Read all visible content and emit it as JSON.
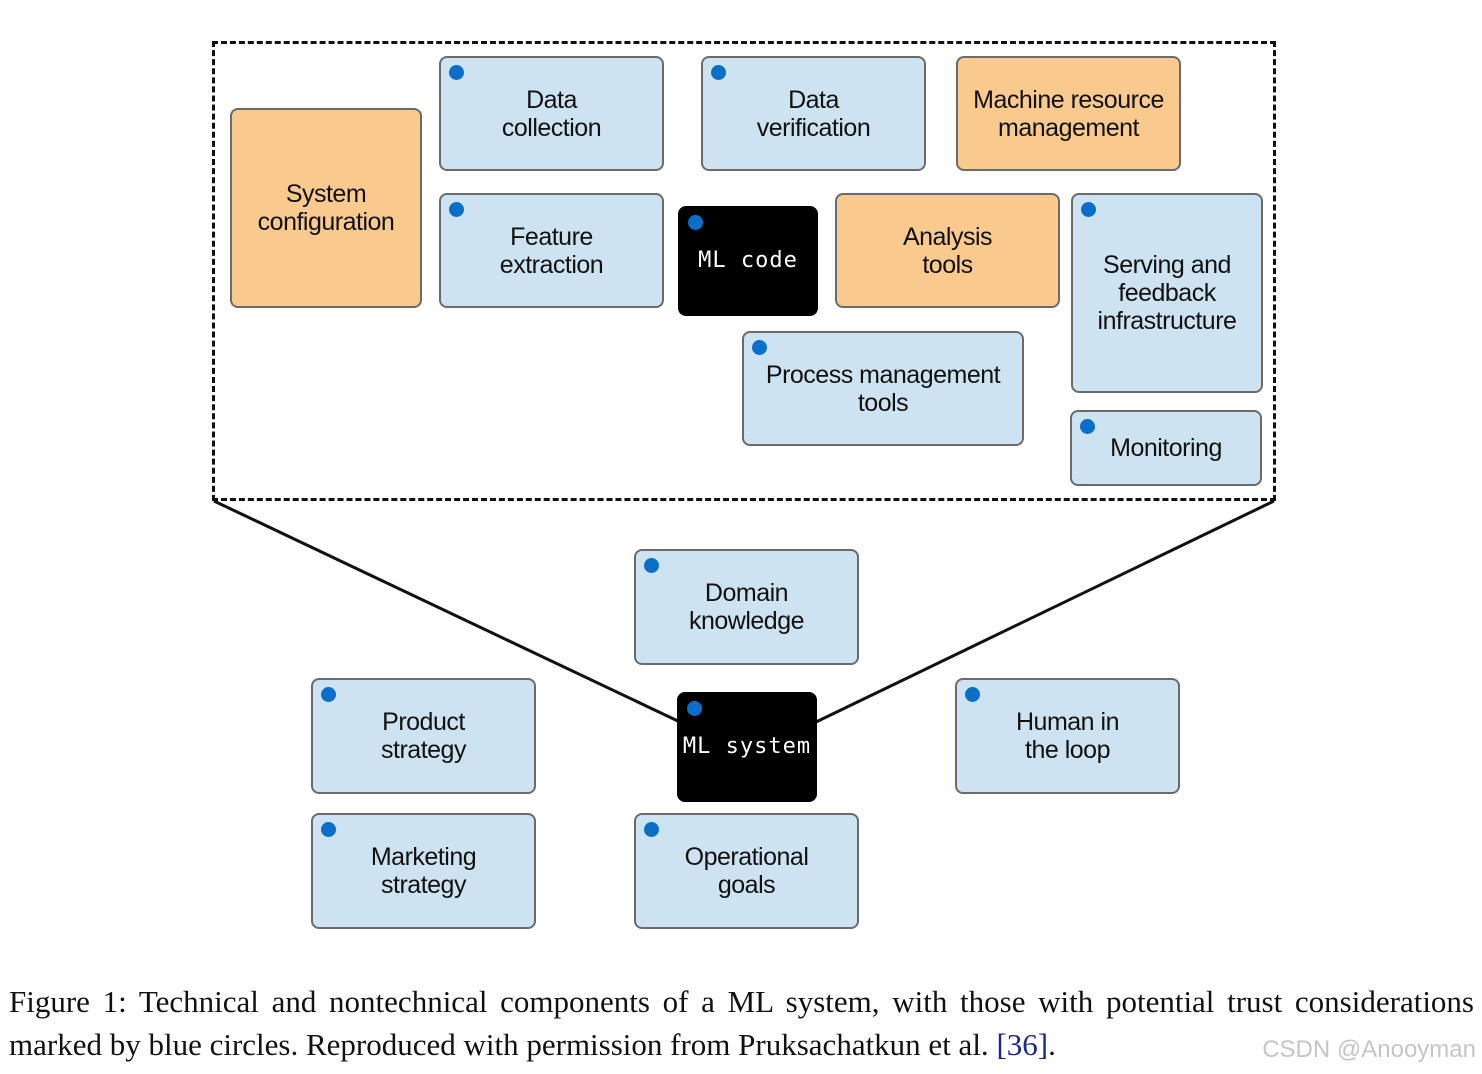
{
  "diagram": {
    "core_ml_code": "ML code",
    "core_ml_system": "ML system",
    "components": [
      {
        "id": "system-configuration",
        "label": "System\nconfiguration",
        "color": "orange",
        "trust": false
      },
      {
        "id": "data-collection",
        "label": "Data\ncollection",
        "color": "blue",
        "trust": true
      },
      {
        "id": "data-verification",
        "label": "Data\nverification",
        "color": "blue",
        "trust": true
      },
      {
        "id": "machine-resource-management",
        "label": "Machine resource\nmanagement",
        "color": "orange",
        "trust": false
      },
      {
        "id": "feature-extraction",
        "label": "Feature\nextraction",
        "color": "blue",
        "trust": true
      },
      {
        "id": "analysis-tools",
        "label": "Analysis\ntools",
        "color": "orange",
        "trust": false
      },
      {
        "id": "serving-feedback",
        "label": "Serving and\nfeedback\ninfrastructure",
        "color": "blue",
        "trust": true
      },
      {
        "id": "process-management-tools",
        "label": "Process management\ntools",
        "color": "blue",
        "trust": true
      },
      {
        "id": "monitoring",
        "label": "Monitoring",
        "color": "blue",
        "trust": true
      },
      {
        "id": "domain-knowledge",
        "label": "Domain\nknowledge",
        "color": "blue",
        "trust": true
      },
      {
        "id": "product-strategy",
        "label": "Product\nstrategy",
        "color": "blue",
        "trust": true
      },
      {
        "id": "human-in-the-loop",
        "label": "Human in\nthe loop",
        "color": "blue",
        "trust": true
      },
      {
        "id": "marketing-strategy",
        "label": "Marketing\nstrategy",
        "color": "blue",
        "trust": true
      },
      {
        "id": "operational-goals",
        "label": "Operational\ngoals",
        "color": "blue",
        "trust": true
      }
    ],
    "colors": {
      "blue_box": "#cde3f1",
      "orange_box": "#f9c98e",
      "trust_dot": "#0a6fc9",
      "core": "#000000"
    }
  },
  "caption": {
    "text": "Figure 1: Technical and nontechnical components of a ML system, with those with potential trust considerations marked by blue circles. Reproduced with permission from Pruksachatkun et al. ",
    "citation": "[36]",
    "end": "."
  },
  "watermark": "CSDN @Anooyman"
}
